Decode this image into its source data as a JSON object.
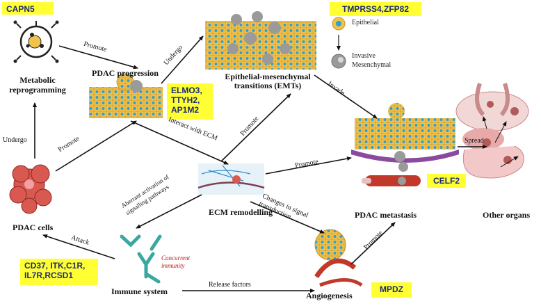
{
  "nodes": {
    "metabolic": "Metabolic\nreprogramming",
    "progression": "PDAC progression",
    "emt": "Epithelial-mesenchymal\ntransitions (EMTs)",
    "ecm": "ECM remodelling",
    "pdac_cells": "PDAC cells",
    "immune": "Immune system",
    "angiogenesis": "Angiogenesis",
    "metastasis": "PDAC metastasis",
    "other_organs": "Other organs"
  },
  "genes": {
    "capn5": "CAPN5",
    "tmprss4": "TMPRSS4,ZFP82",
    "elmo3": "ELMO3,\nTTYH2,\nAP1M2",
    "celf2": "CELF2",
    "cd37": "CD37, ITK,C1R,\nIL7R,RCSD1",
    "mpdz": "MPDZ"
  },
  "legend": {
    "epithelial": "Epithelial",
    "invasive": "Invasive\nMesenchymal"
  },
  "edges": {
    "promote_top": "Promote",
    "undergo_emt": "Undergo",
    "invade": "Invade",
    "spread": "Spread",
    "undergo_left": "Undergo",
    "promote_left": "Promote",
    "interact_ecm": "Interact with ECM",
    "promote_emt": "Promote",
    "promote_ecm": "Promote",
    "aberrant": "Aberrant activation of\nsignalling pathways",
    "changes": "Changes in signal\ntransduction",
    "promote_angio": "Promote",
    "attack": "Attack",
    "release": "Release factors",
    "concurrent": "Concurrent\nimmunity"
  },
  "colors": {
    "highlight": "#ffff33",
    "gene_text": "#1a2a7a",
    "cell_fill": "#f2c24a",
    "nucleus": "#2aa0d8",
    "mesenchymal": "#9a9a9a",
    "tumor_red": "#d9584f",
    "vessel_red": "#c0392b",
    "antibody_teal": "#3aa7a0",
    "organ_pink": "#e8a9a9"
  }
}
